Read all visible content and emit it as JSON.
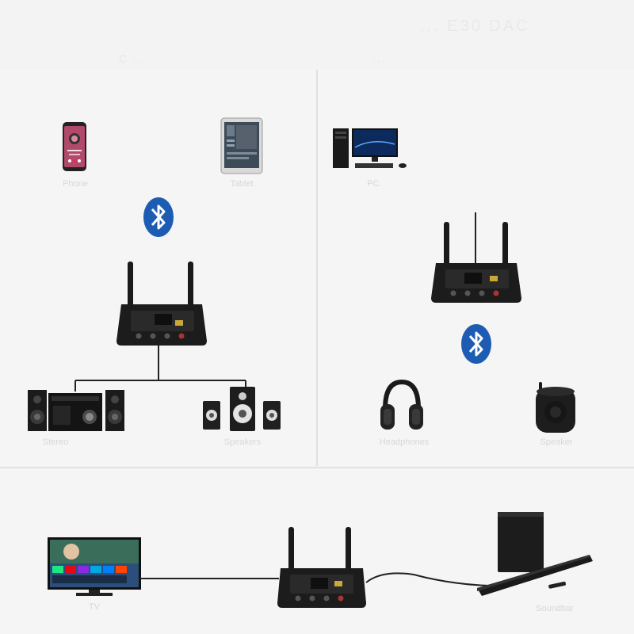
{
  "header": {
    "title": "... E30 DAC",
    "subtitle_left": "C ...",
    "subtitle_right": "..."
  },
  "panels": {
    "receiver_mode": {
      "sources": [
        {
          "label": "Phone",
          "icon": "smartphone-icon"
        },
        {
          "label": "Tablet",
          "icon": "tablet-icon"
        }
      ],
      "link_icon": "bluetooth-icon",
      "device_icon": "bluetooth-receiver-icon",
      "outputs": [
        {
          "label": "Stereo",
          "icon": "hifi-stereo-icon"
        },
        {
          "label": "Speakers",
          "icon": "computer-speakers-icon"
        }
      ]
    },
    "transmitter_mode": {
      "sources": [
        {
          "label": "PC",
          "icon": "desktop-pc-icon"
        }
      ],
      "link_icon": "bluetooth-icon",
      "device_icon": "bluetooth-transmitter-icon",
      "outputs": [
        {
          "label": "Headphones",
          "icon": "headphones-icon"
        },
        {
          "label": "Speaker",
          "icon": "bluetooth-speaker-icon"
        }
      ]
    },
    "bypass_mode": {
      "heading": "",
      "source": {
        "label": "TV",
        "icon": "tv-icon"
      },
      "device_icon": "bluetooth-adapter-icon",
      "output": {
        "label": "Soundbar",
        "icon": "soundbar-icon"
      }
    }
  },
  "colors": {
    "bluetooth_blue": "#1d5cb3",
    "device_black": "#1c1c1c",
    "background": "#f3f3f3"
  }
}
